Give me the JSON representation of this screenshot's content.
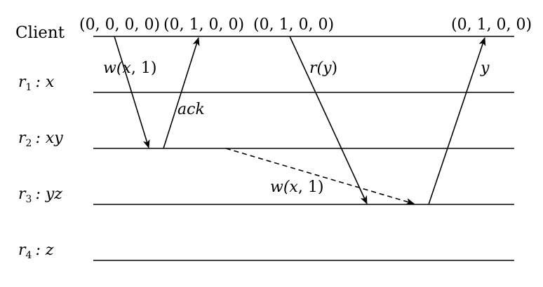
{
  "rows": [
    {
      "label_text": "Client"
    },
    {
      "label_var": "r",
      "label_sub": "1",
      "label_rest": ": x"
    },
    {
      "label_var": "r",
      "label_sub": "2",
      "label_rest": ": xy"
    },
    {
      "label_var": "r",
      "label_sub": "3",
      "label_rest": ": yz"
    },
    {
      "label_var": "r",
      "label_sub": "4",
      "label_rest": ": z"
    }
  ],
  "vectors": [
    "(0, 0, 0, 0)",
    "(0, 1, 0, 0)",
    "(0, 1, 0, 0)",
    "(0, 1, 0, 0)"
  ],
  "messages": {
    "write_1": {
      "pre": "w(",
      "var": "x",
      "post": ", 1)"
    },
    "ack": "ack",
    "read": {
      "pre": "r(",
      "var": "y",
      "post": ")"
    },
    "reply": "y",
    "propagate": {
      "pre": "w(",
      "var": "x",
      "post": ", 1)"
    }
  }
}
